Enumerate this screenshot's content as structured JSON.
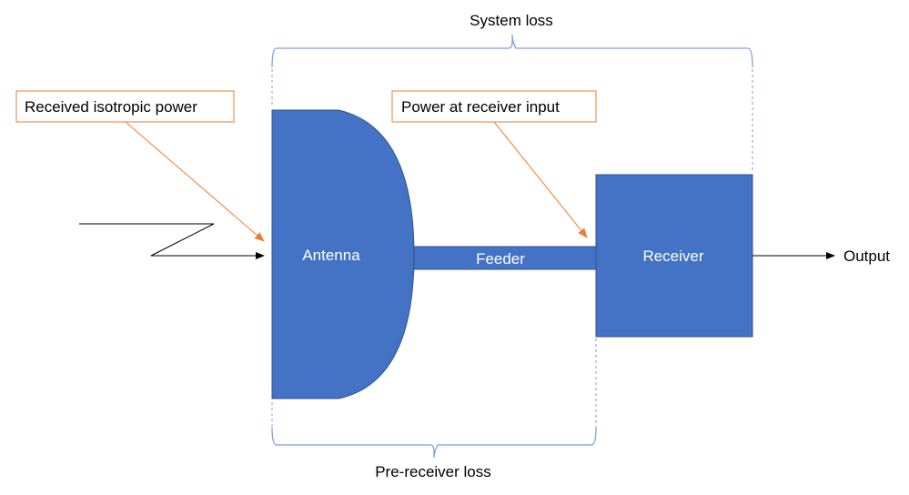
{
  "title": "Receiver system loss diagram",
  "colors": {
    "block_fill": "#4472c4",
    "block_stroke": "#2f528f",
    "brace": "#7da0d8",
    "callout_border": "#ed7d31",
    "callout_arrow": "#ed7d31",
    "signal_line": "#000000"
  },
  "braces": {
    "top_label": "System loss",
    "bottom_label": "Pre-receiver loss"
  },
  "callouts": [
    {
      "label": "Received isotropic power"
    },
    {
      "label": "Power at receiver input"
    }
  ],
  "blocks": {
    "antenna": "Antenna",
    "feeder": "Feeder",
    "receiver": "Receiver"
  },
  "output_label": "Output"
}
